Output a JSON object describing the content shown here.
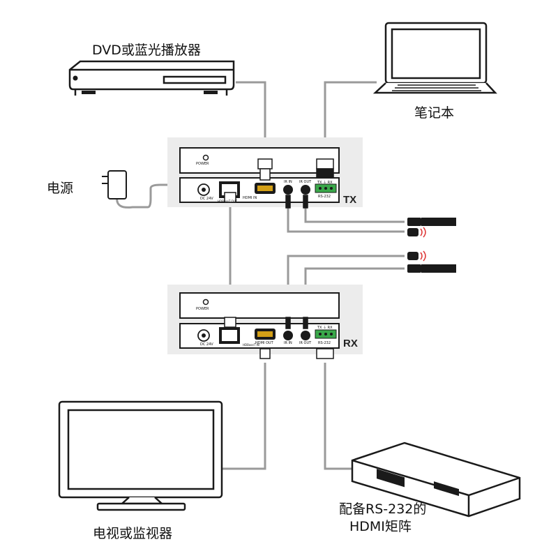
{
  "labels": {
    "dvd": "DVD或蓝光播放器",
    "laptop": "笔记本",
    "power": "电源",
    "tv": "电视或监视器",
    "matrix_line1": "配备RS-232的",
    "matrix_line2": "HDMI矩阵"
  },
  "tx": {
    "tag": "TX",
    "power_label": "POWER",
    "dc_label": "DC 24V",
    "hdbaset_label": "HDBaseT OUT",
    "hdmi_label": "HDMI IN",
    "ir_in_label": "IR IN",
    "ir_out_label": "IR OUT",
    "rs232_label": "RS-232",
    "rs232_pins": "TX ⏚ RX"
  },
  "rx": {
    "tag": "RX",
    "power_label": "POWER",
    "dc_label": "DC 24V",
    "hdbaset_label": "HDBaseT IN",
    "hdmi_label": "HDMI OUT",
    "ir_in_label": "IR IN",
    "ir_out_label": "IR OUT",
    "rs232_label": "RS-232",
    "rs232_pins": "TX ⏚ RX"
  },
  "colors": {
    "line": "#1a1a1a",
    "panel": "#ececec",
    "cable": "#9a9a9a",
    "hdmi_port": "#d4a017",
    "terminal": "#3aa84a"
  }
}
